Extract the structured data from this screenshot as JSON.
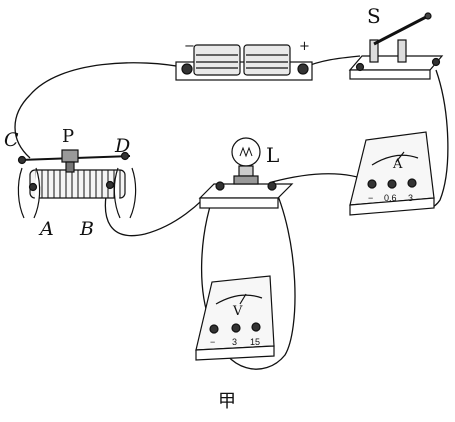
{
  "figure": {
    "caption": "甲",
    "labels": {
      "switch": "S",
      "lamp": "L",
      "slider": "P",
      "terminal_c": "C",
      "terminal_d": "D",
      "terminal_a": "A",
      "terminal_b": "B"
    },
    "battery": {
      "neg": "−",
      "pos": "+"
    },
    "ammeter": {
      "symbol": "A",
      "t_neg": "−",
      "t_mid": "0.6",
      "t_high": "3"
    },
    "voltmeter": {
      "symbol": "V",
      "t_neg": "−",
      "t_mid": "3",
      "t_high": "15"
    }
  }
}
